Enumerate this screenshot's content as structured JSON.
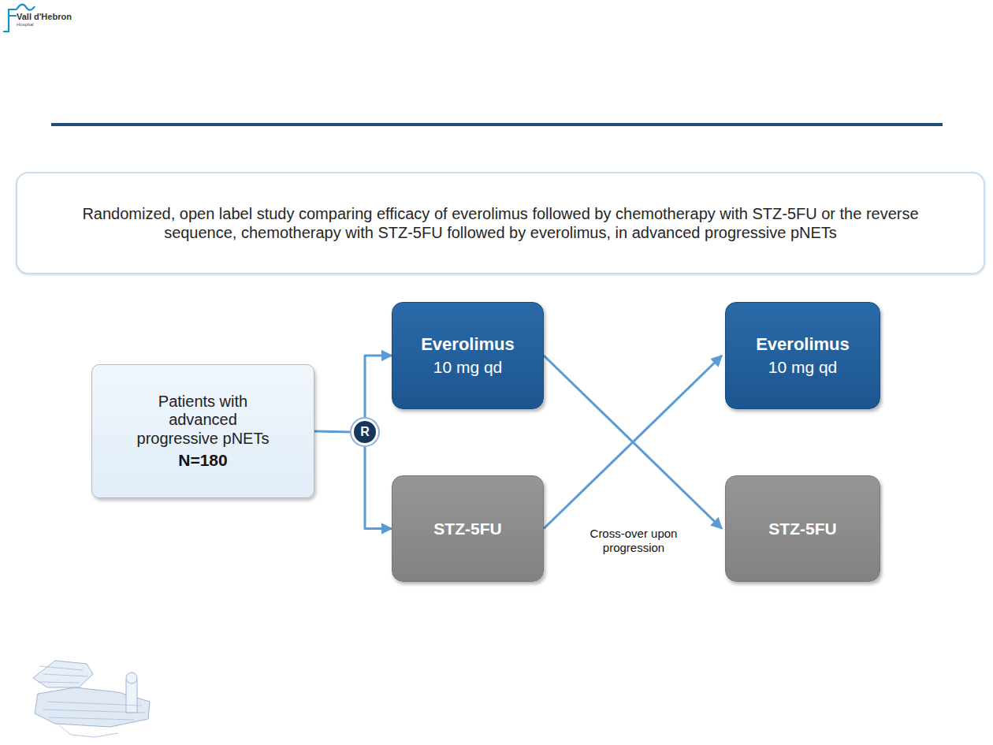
{
  "diagram": {
    "nodes": [
      {
        "text": [
          "Randomized, open label study comparing efficacy of everolimus followed by chemotherapy with STZ-5FU or the reverse sequence, chemotherapy with STZ-5FU followed by everolimus, in advanced progressive pNETs"
        ]
      },
      {
        "text": [
          "Patients with advanced progressive pNETs",
          "N=180"
        ]
      },
      {
        "text": [
          "R"
        ]
      },
      {
        "text": [
          "Everolimus",
          "10 mg qd"
        ]
      },
      {
        "text": [
          "STZ-5FU"
        ]
      },
      {
        "text": [
          "Everolimus",
          "10 mg qd"
        ]
      },
      {
        "text": [
          "STZ-5FU"
        ]
      }
    ],
    "edges": [
      {
        "from": 1,
        "to": 2,
        "arrow": "none"
      },
      {
        "from": 2,
        "to": 3,
        "arrow": "to"
      },
      {
        "from": 2,
        "to": 4,
        "arrow": "to"
      },
      {
        "from": 3,
        "to": 6,
        "arrow": "to"
      },
      {
        "from": 4,
        "to": 5,
        "arrow": "to"
      }
    ],
    "labels": [
      "Vall d'Hebron",
      "Hospital",
      "Cross-over upon progression"
    ]
  }
}
